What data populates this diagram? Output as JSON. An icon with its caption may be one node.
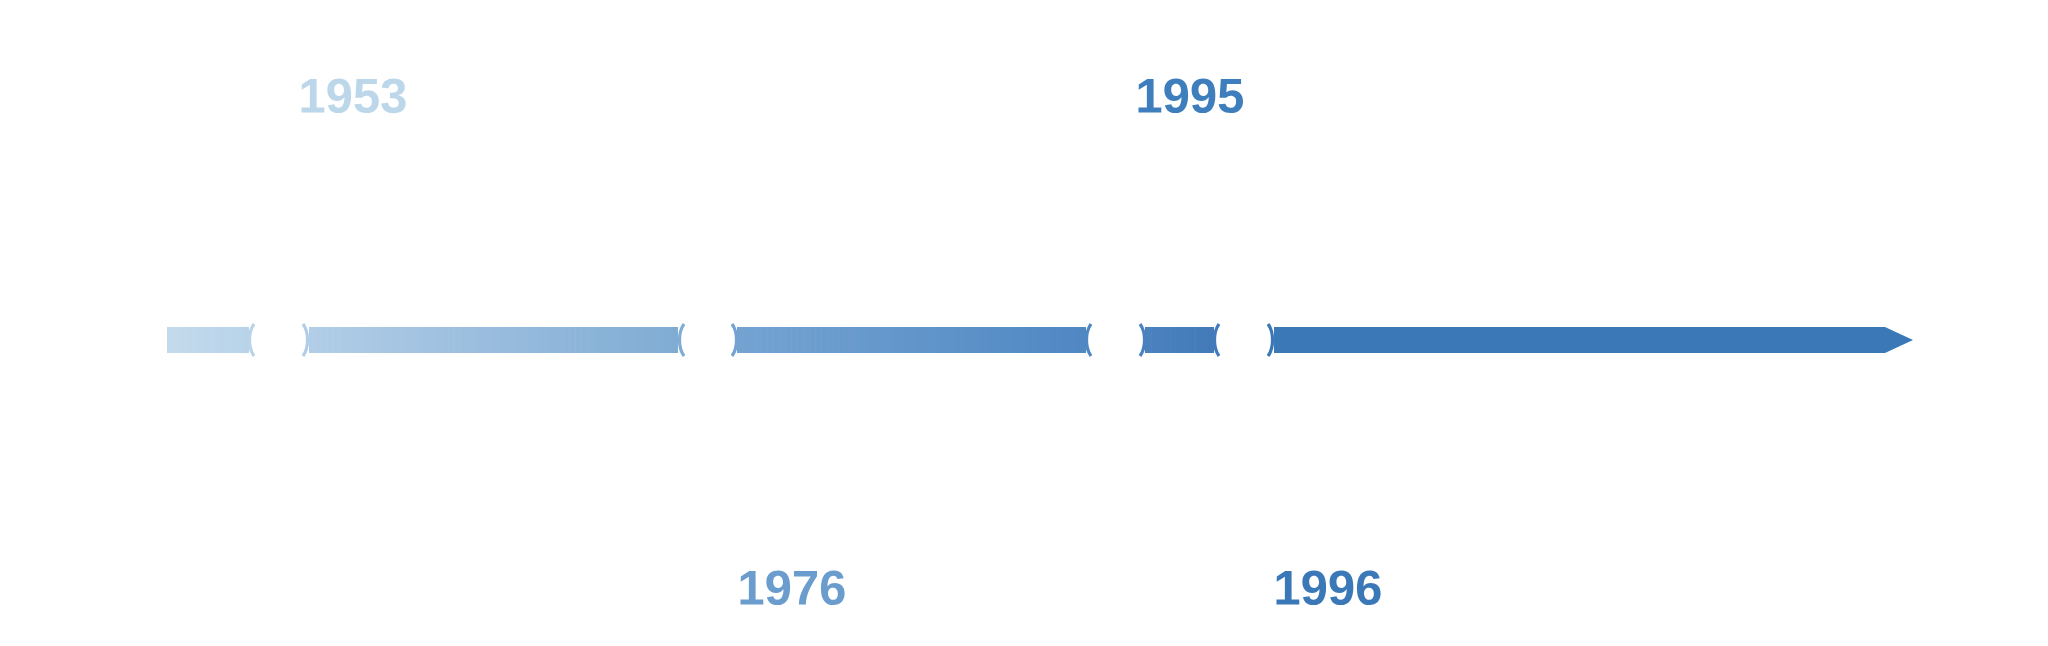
{
  "diagram": {
    "labels": [
      "1953",
      "1995",
      "1976",
      "1996"
    ]
  }
}
